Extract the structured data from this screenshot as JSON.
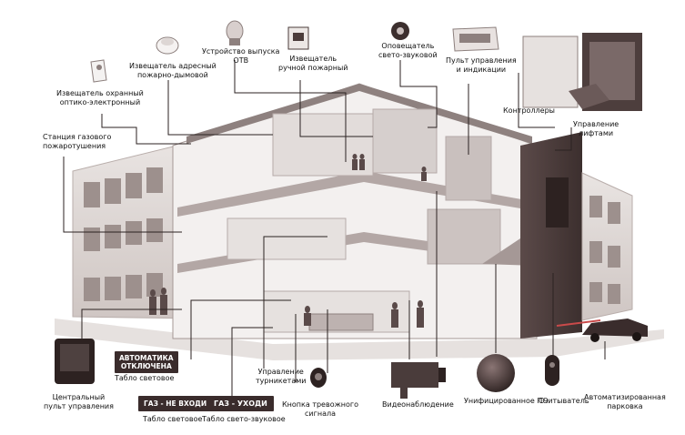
{
  "labels": {
    "optical_detector": "Извещатель охранный\nоптико-электронный",
    "smoke_detector": "Извещатель адресный\nпожарно-дымовой",
    "otv_device": "Устройство выпуска\nОТВ",
    "manual_call_point": "Извещатель\nручной пожарный",
    "sounder": "Оповещатель\nсвето-звуковой",
    "control_panel": "Пульт управления\nи индикации",
    "controllers": "Контроллеры",
    "gas_station": "Станция газового\nпожаротушения",
    "lift_control": "Управление\nлифтами",
    "central_console": "Центральный\nпульт управления",
    "light_board_1": "Табло световое",
    "light_board_2": "Табло световое",
    "light_sound_board": "Табло свето-звуковое",
    "turnstile_control": "Управление\nтурникетами",
    "alarm_button": "Кнопка тревожного\nсигнала",
    "video": "Видеонаблюдение",
    "unified_software": "Унифицированное ПО",
    "reader": "Считыватель",
    "parking": "Автоматизированная\nпарковка"
  },
  "signs": {
    "automation_off": "АВТОМАТИКА\nОТКЛЮЧЕНА",
    "gas_do_not_enter": "ГАЗ - НЕ ВХОДИ",
    "gas_leave": "ГАЗ - УХОДИ"
  }
}
